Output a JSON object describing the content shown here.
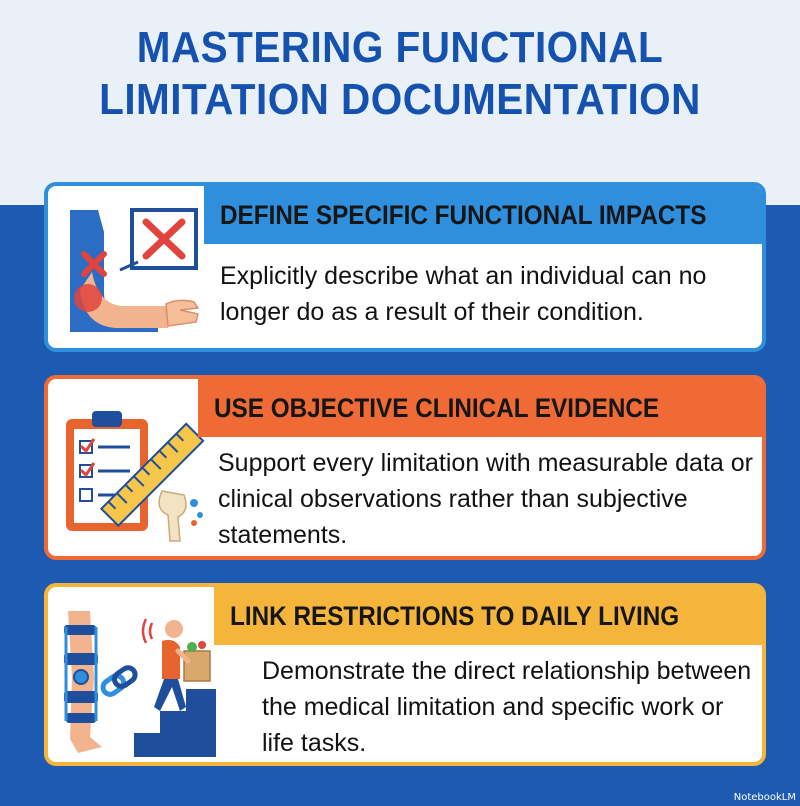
{
  "title": {
    "line1": "MASTERING FUNCTIONAL",
    "line2": "LIMITATION DOCUMENTATION"
  },
  "cards": [
    {
      "heading": "DEFINE SPECIFIC FUNCTIONAL IMPACTS",
      "body": "Explicitly describe what an individual can no longer do as a result of their condition.",
      "icon": "arm-with-x-sign-icon",
      "accent": "#2f8fdc"
    },
    {
      "heading": "USE OBJECTIVE CLINICAL EVIDENCE",
      "body": "Support every limitation with measurable data or clinical observations rather than subjective statements.",
      "icon": "clipboard-ruler-joint-icon",
      "accent": "#ef6a35"
    },
    {
      "heading": "LINK RESTRICTIONS TO DAILY LIVING",
      "body": "Demonstrate the direct relationship between the medical limitation and specific work or life tasks.",
      "icon": "knee-brace-stairs-icon",
      "accent": "#f5b53b"
    }
  ],
  "colors": {
    "title": "#1552b0",
    "background_top": "#e9f0f8",
    "background_bottom": "#1d5bb2"
  },
  "watermark": "NotebookLM"
}
